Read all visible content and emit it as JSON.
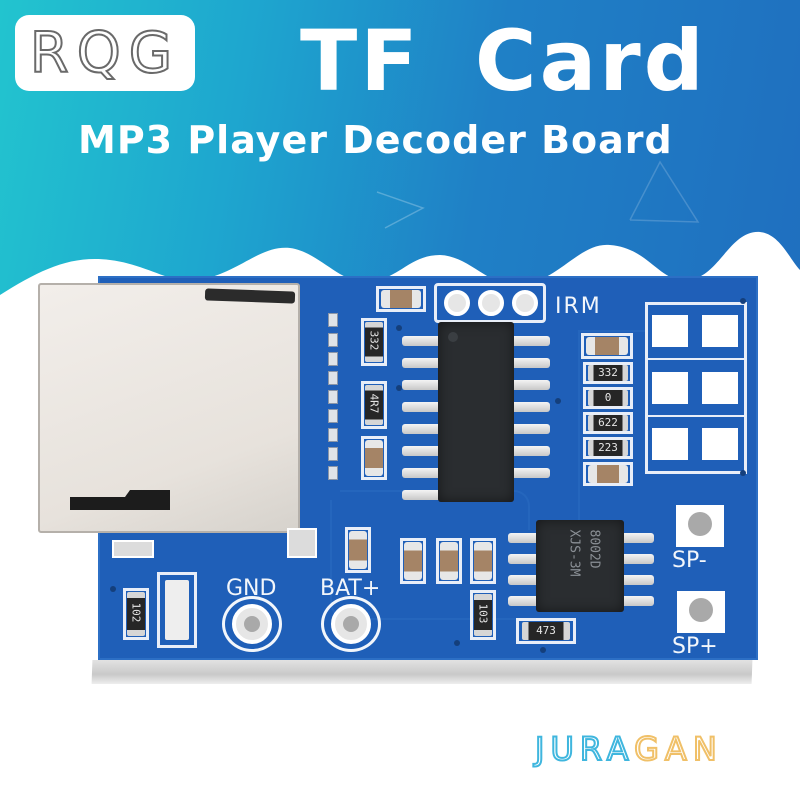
{
  "banner": {
    "logo": "RQG",
    "title": "TF Card",
    "subtitle": "MP3 Player Decoder Board",
    "gradient_colors": [
      "#22c4cf",
      "#1f80c6",
      "#1f6fbf"
    ]
  },
  "board": {
    "pcb_color": "#1f5fb8",
    "silkscreen_labels": {
      "irm": "IRM",
      "gnd": "GND",
      "bat_plus": "BAT+",
      "sp_minus": "SP-",
      "sp_plus": "SP+"
    },
    "chips": {
      "decoder_ic": {
        "pins_per_side": 8,
        "marking": ""
      },
      "amp_ic": {
        "marking_line1": "8002D",
        "marking_line2": "XJS-3M"
      }
    },
    "resistor_codes": {
      "r_left_1": "332",
      "r_left_2": "4R7",
      "r_right_1": "332",
      "r_right_2": "0",
      "r_right_3": "622",
      "r_right_4": "223",
      "r_bottom_left": "102",
      "r_bottom_mid": "103",
      "r_bottom_right": "473"
    }
  },
  "watermark": {
    "part1": "JURA",
    "part2": "GAN",
    "color1": "#3fb6de",
    "color2": "#f0c068"
  }
}
